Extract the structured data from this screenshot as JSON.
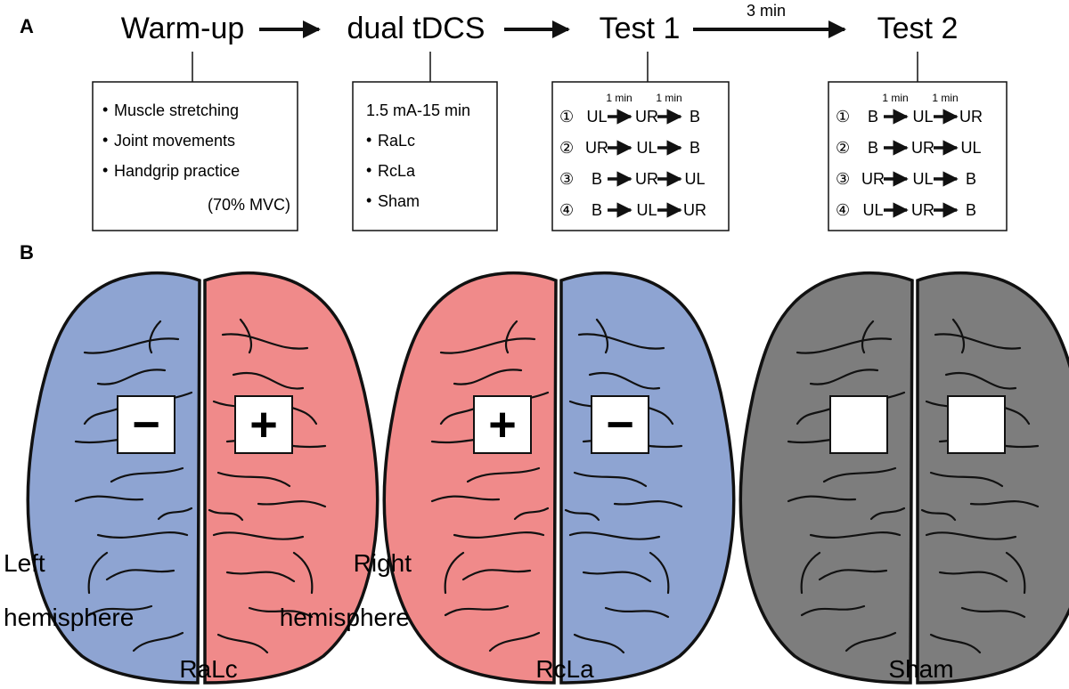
{
  "panel_a": {
    "label": "A",
    "stages": [
      "Warm-up",
      "dual tDCS",
      "Test 1",
      "Test 2"
    ],
    "interval_label": "3 min",
    "warmup_items": [
      "Muscle stretching",
      "Joint movements",
      "Handgrip practice"
    ],
    "warmup_note": "(70% MVC)",
    "tdcs_dose": "1.5 mA-15 min",
    "tdcs_items": [
      "RaLc",
      "RcLa",
      "Sham"
    ],
    "bullet": "•",
    "time_label": "1 min",
    "test1_orders": [
      {
        "num": "①",
        "seq": [
          "UL",
          "UR",
          "B"
        ]
      },
      {
        "num": "②",
        "seq": [
          "UR",
          "UL",
          "B"
        ]
      },
      {
        "num": "③",
        "seq": [
          "B",
          "UR",
          "UL"
        ]
      },
      {
        "num": "④",
        "seq": [
          "B",
          "UL",
          "UR"
        ]
      }
    ],
    "test2_orders": [
      {
        "num": "①",
        "seq": [
          "B",
          "UL",
          "UR"
        ]
      },
      {
        "num": "②",
        "seq": [
          "B",
          "UR",
          "UL"
        ]
      },
      {
        "num": "③",
        "seq": [
          "UR",
          "UL",
          "B"
        ]
      },
      {
        "num": "④",
        "seq": [
          "UL",
          "UR",
          "B"
        ]
      }
    ]
  },
  "panel_b": {
    "label": "B",
    "left_hemisphere": [
      "Left",
      "hemisphere"
    ],
    "right_hemisphere": [
      "Right",
      "hemisphere"
    ],
    "conditions": [
      {
        "name": "RaLc",
        "left_sign": "−",
        "right_sign": "+",
        "left_color": "#8ea4d2",
        "right_color": "#f08a8a"
      },
      {
        "name": "RcLa",
        "left_sign": "+",
        "right_sign": "−",
        "left_color": "#f08a8a",
        "right_color": "#8ea4d2"
      },
      {
        "name": "Sham",
        "left_sign": "",
        "right_sign": "",
        "left_color": "#7d7d7d",
        "right_color": "#7d7d7d"
      }
    ]
  },
  "colors": {
    "anode": "#f08a8a",
    "cathode": "#8ea4d2",
    "sham": "#7d7d7d",
    "outline": "#111111"
  }
}
